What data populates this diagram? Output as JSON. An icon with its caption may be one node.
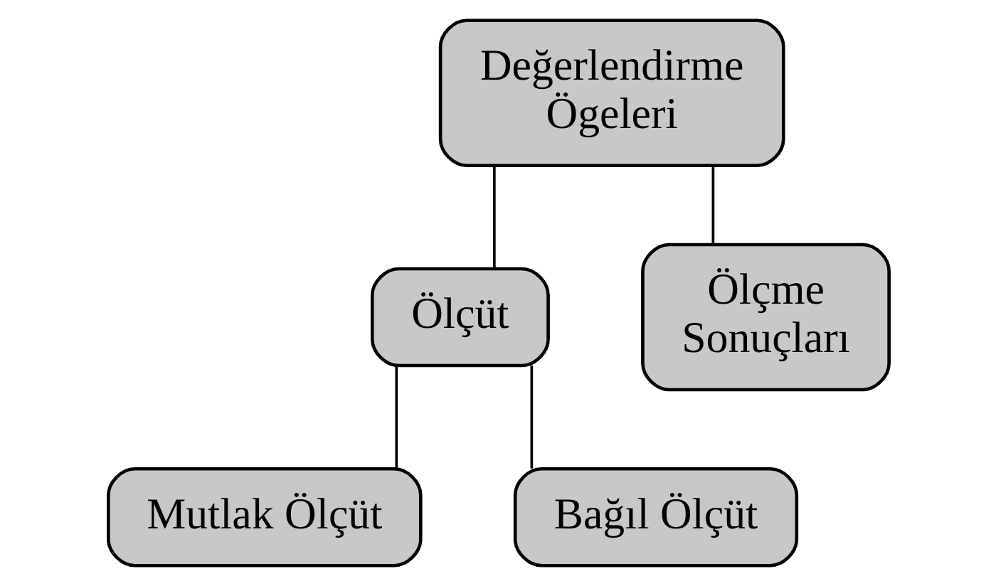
{
  "diagram": {
    "nodes": [
      {
        "text": [
          "Değerlendirme Ögeleri"
        ]
      },
      {
        "text": [
          "Ölçüt"
        ]
      },
      {
        "text": [
          "Ölçme Sonuçları"
        ]
      },
      {
        "text": [
          "Mutlak Ölçüt"
        ]
      },
      {
        "text": [
          "Bağıl Ölçüt"
        ]
      }
    ],
    "edges": [
      {
        "from": 0,
        "to": 1,
        "arrow": "none"
      },
      {
        "from": 0,
        "to": 2,
        "arrow": "none"
      },
      {
        "from": 1,
        "to": 3,
        "arrow": "none"
      },
      {
        "from": 1,
        "to": 4,
        "arrow": "none"
      }
    ]
  }
}
